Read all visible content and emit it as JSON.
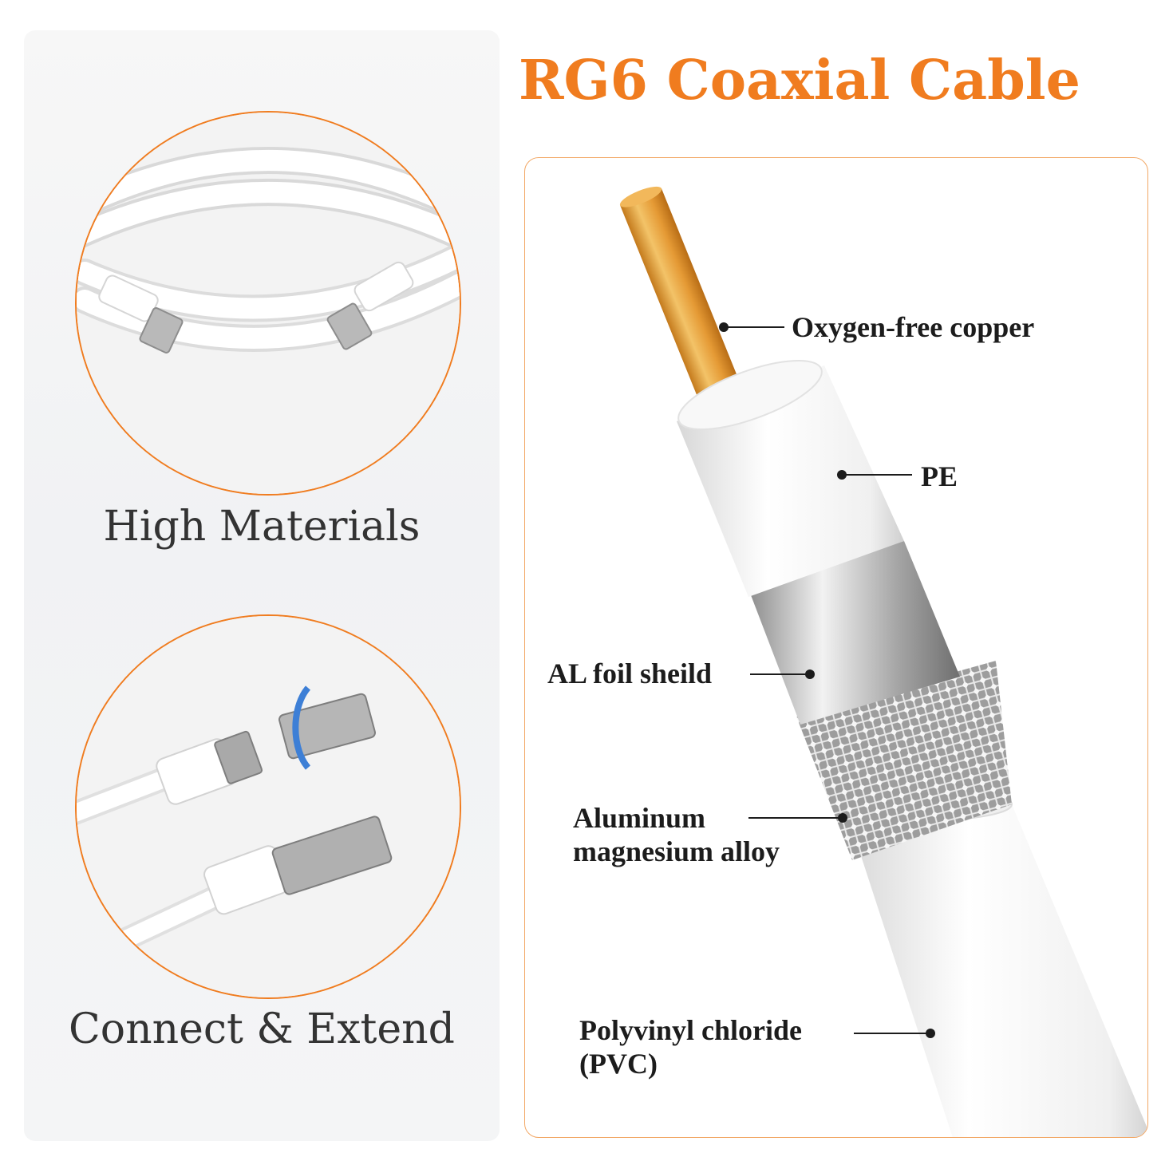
{
  "title": "RG6 Coaxial Cable",
  "features": [
    {
      "caption": "High Materials"
    },
    {
      "caption": "Connect & Extend"
    }
  ],
  "layers": [
    {
      "label": "Oxygen-free copper"
    },
    {
      "label": "PE"
    },
    {
      "label": "AL foil sheild"
    },
    {
      "label_line1": "Aluminum",
      "label_line2": "magnesium alloy"
    },
    {
      "label_line1": "Polyvinyl chloride",
      "label_line2": "(PVC)"
    }
  ],
  "colors": {
    "accent": "#f07c1f",
    "copper": "#e7a23f",
    "text": "#1c1c1c",
    "caption": "#333333"
  }
}
